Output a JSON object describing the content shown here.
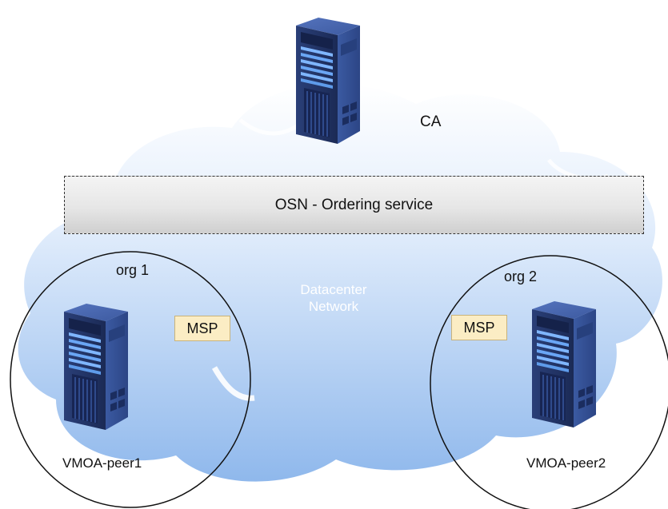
{
  "colors": {
    "cloud_top": "#ffffff",
    "cloud_bottom": "#8fb8ec",
    "server_dark": "#1e2f5e",
    "server_light": "#3f5fa8",
    "server_led": "#7fb6ff",
    "osn_fill": "#e6e6e6",
    "msp_fill": "#fbedc4",
    "msp_border": "#c9b37a",
    "network_label": "#ffffff"
  },
  "icons": {
    "server": "server-rack-icon",
    "cloud": "cloud-shape"
  },
  "nodes": {
    "ca": {
      "label": "CA"
    },
    "peer1": {
      "label": "VMOA-peer1"
    },
    "peer2": {
      "label": "VMOA-peer2"
    }
  },
  "osn": {
    "label": "OSN - Ordering service"
  },
  "network": {
    "line1": "Datacenter",
    "line2": "Network"
  },
  "orgs": {
    "org1": {
      "label": "org 1",
      "msp": "MSP"
    },
    "org2": {
      "label": "org 2",
      "msp": "MSP"
    }
  }
}
